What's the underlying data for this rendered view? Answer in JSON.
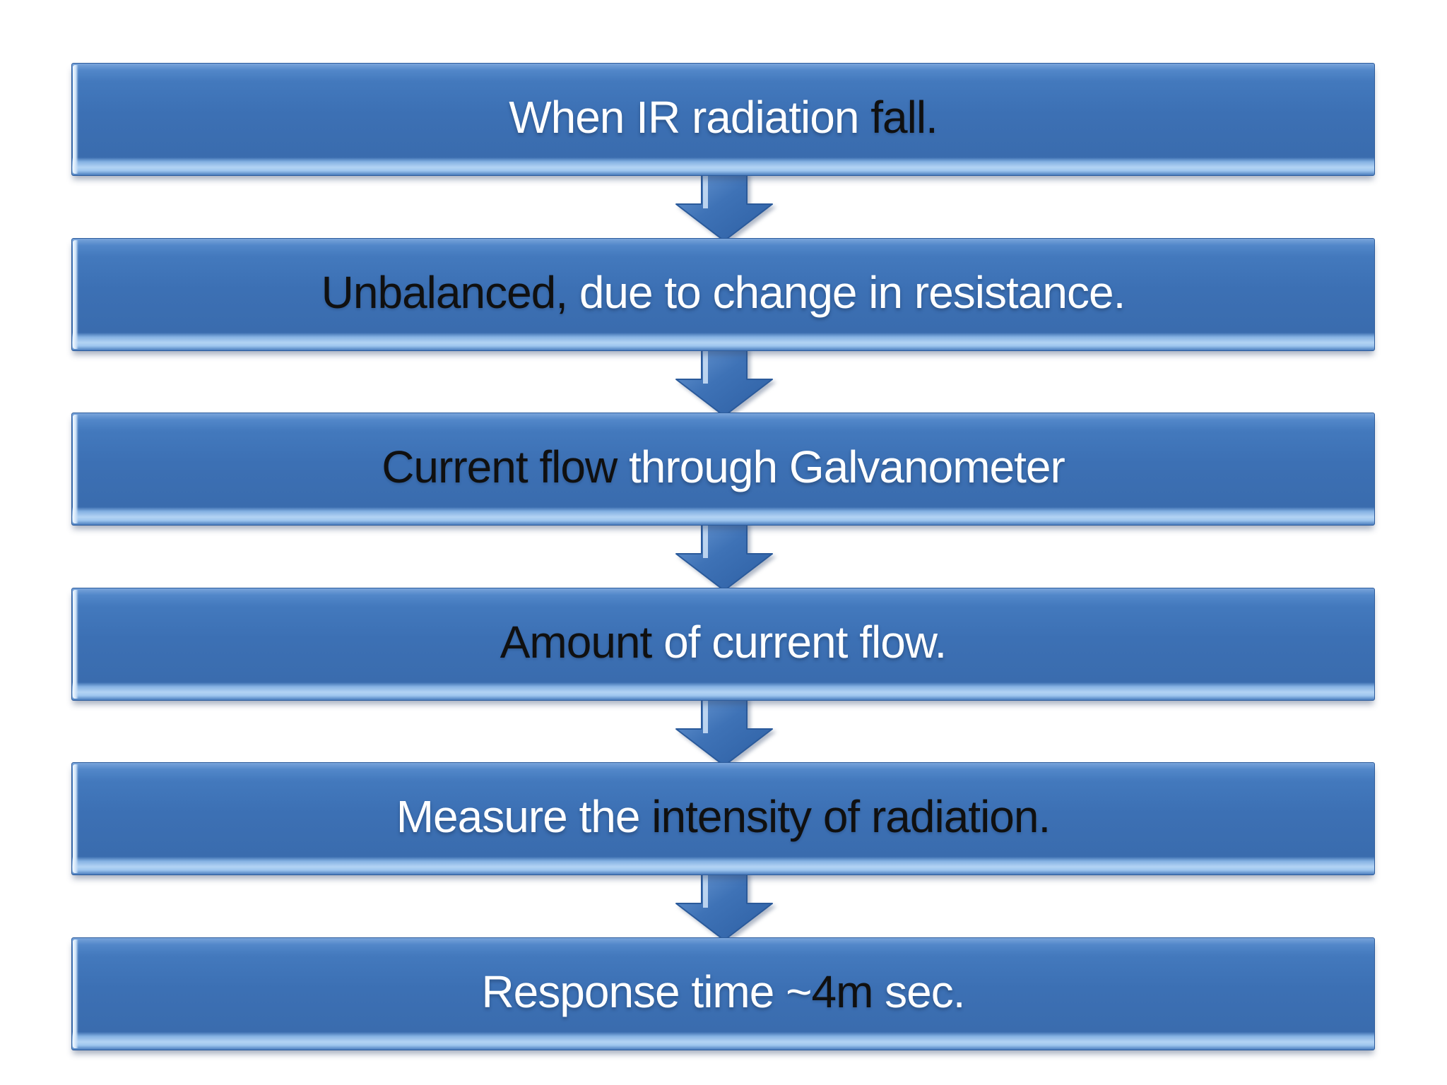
{
  "slide": {
    "background": "#ffffff",
    "accent_color": "#3c70b4",
    "bar_outline_color": "#2d5c9c",
    "bar_highlight_color": "#b3d3f4",
    "text_colors": {
      "white": "#ffffff",
      "black": "#101010"
    }
  },
  "flowchart": {
    "type": "vertical-process",
    "connector_icon": "down-arrow-icon",
    "steps": [
      {
        "label": "When IR radiation fall.",
        "segments": [
          {
            "text": "When IR radiation ",
            "color": "white"
          },
          {
            "text": "fall.",
            "color": "black"
          }
        ]
      },
      {
        "label": "Unbalanced, due to change in resistance.",
        "segments": [
          {
            "text": "Unbalanced,",
            "color": "black"
          },
          {
            "text": " due to change in resistance.",
            "color": "white"
          }
        ]
      },
      {
        "label": "Current flow through Galvanometer",
        "segments": [
          {
            "text": "Current flow ",
            "color": "black"
          },
          {
            "text": "through Galvanometer",
            "color": "white"
          }
        ]
      },
      {
        "label": "Amount of current flow.",
        "segments": [
          {
            "text": "Amount ",
            "color": "black"
          },
          {
            "text": "of current flow.",
            "color": "white"
          }
        ]
      },
      {
        "label": "Measure the intensity of radiation.",
        "segments": [
          {
            "text": "Measure the ",
            "color": "white"
          },
          {
            "text": "intensity of radiation.",
            "color": "black"
          }
        ]
      },
      {
        "label": "Response time ~4m sec.",
        "segments": [
          {
            "text": "Response time ~",
            "color": "white"
          },
          {
            "text": "4m",
            "color": "black"
          },
          {
            "text": " sec.",
            "color": "white"
          }
        ]
      }
    ]
  }
}
